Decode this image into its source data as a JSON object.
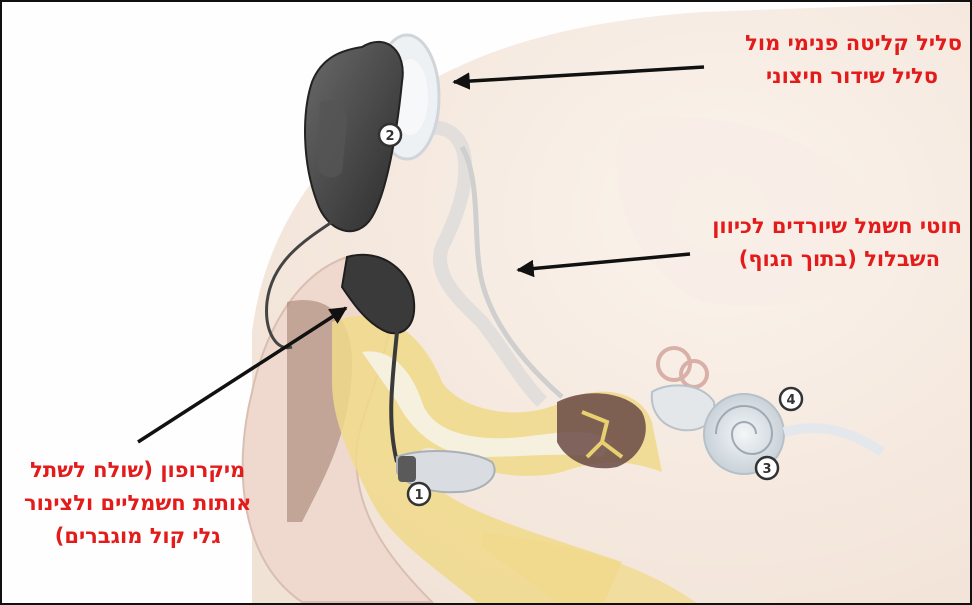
{
  "colors": {
    "label_red": "#e31b1b",
    "arrow": "#111111",
    "skin": "#f6ece4",
    "bone": "#f0d98a",
    "processor": "#3f3f3f",
    "coil": "#e9ecf0"
  },
  "labels": {
    "coil": {
      "line1": "סליל קליטה פנימי מול",
      "line2": "סליל שידור חיצוני"
    },
    "wires": {
      "line1": "חוטי חשמל שיורדים לכיוון",
      "line2": "השבלול (בתוך הגוף)"
    },
    "microphone": {
      "line1": "מיקרופון (שולח לשתל",
      "line2": "אותות חשמליים ולצינור",
      "line3": "גלי קול מוגברים)"
    }
  },
  "markers": [
    "1",
    "2",
    "3",
    "4"
  ]
}
